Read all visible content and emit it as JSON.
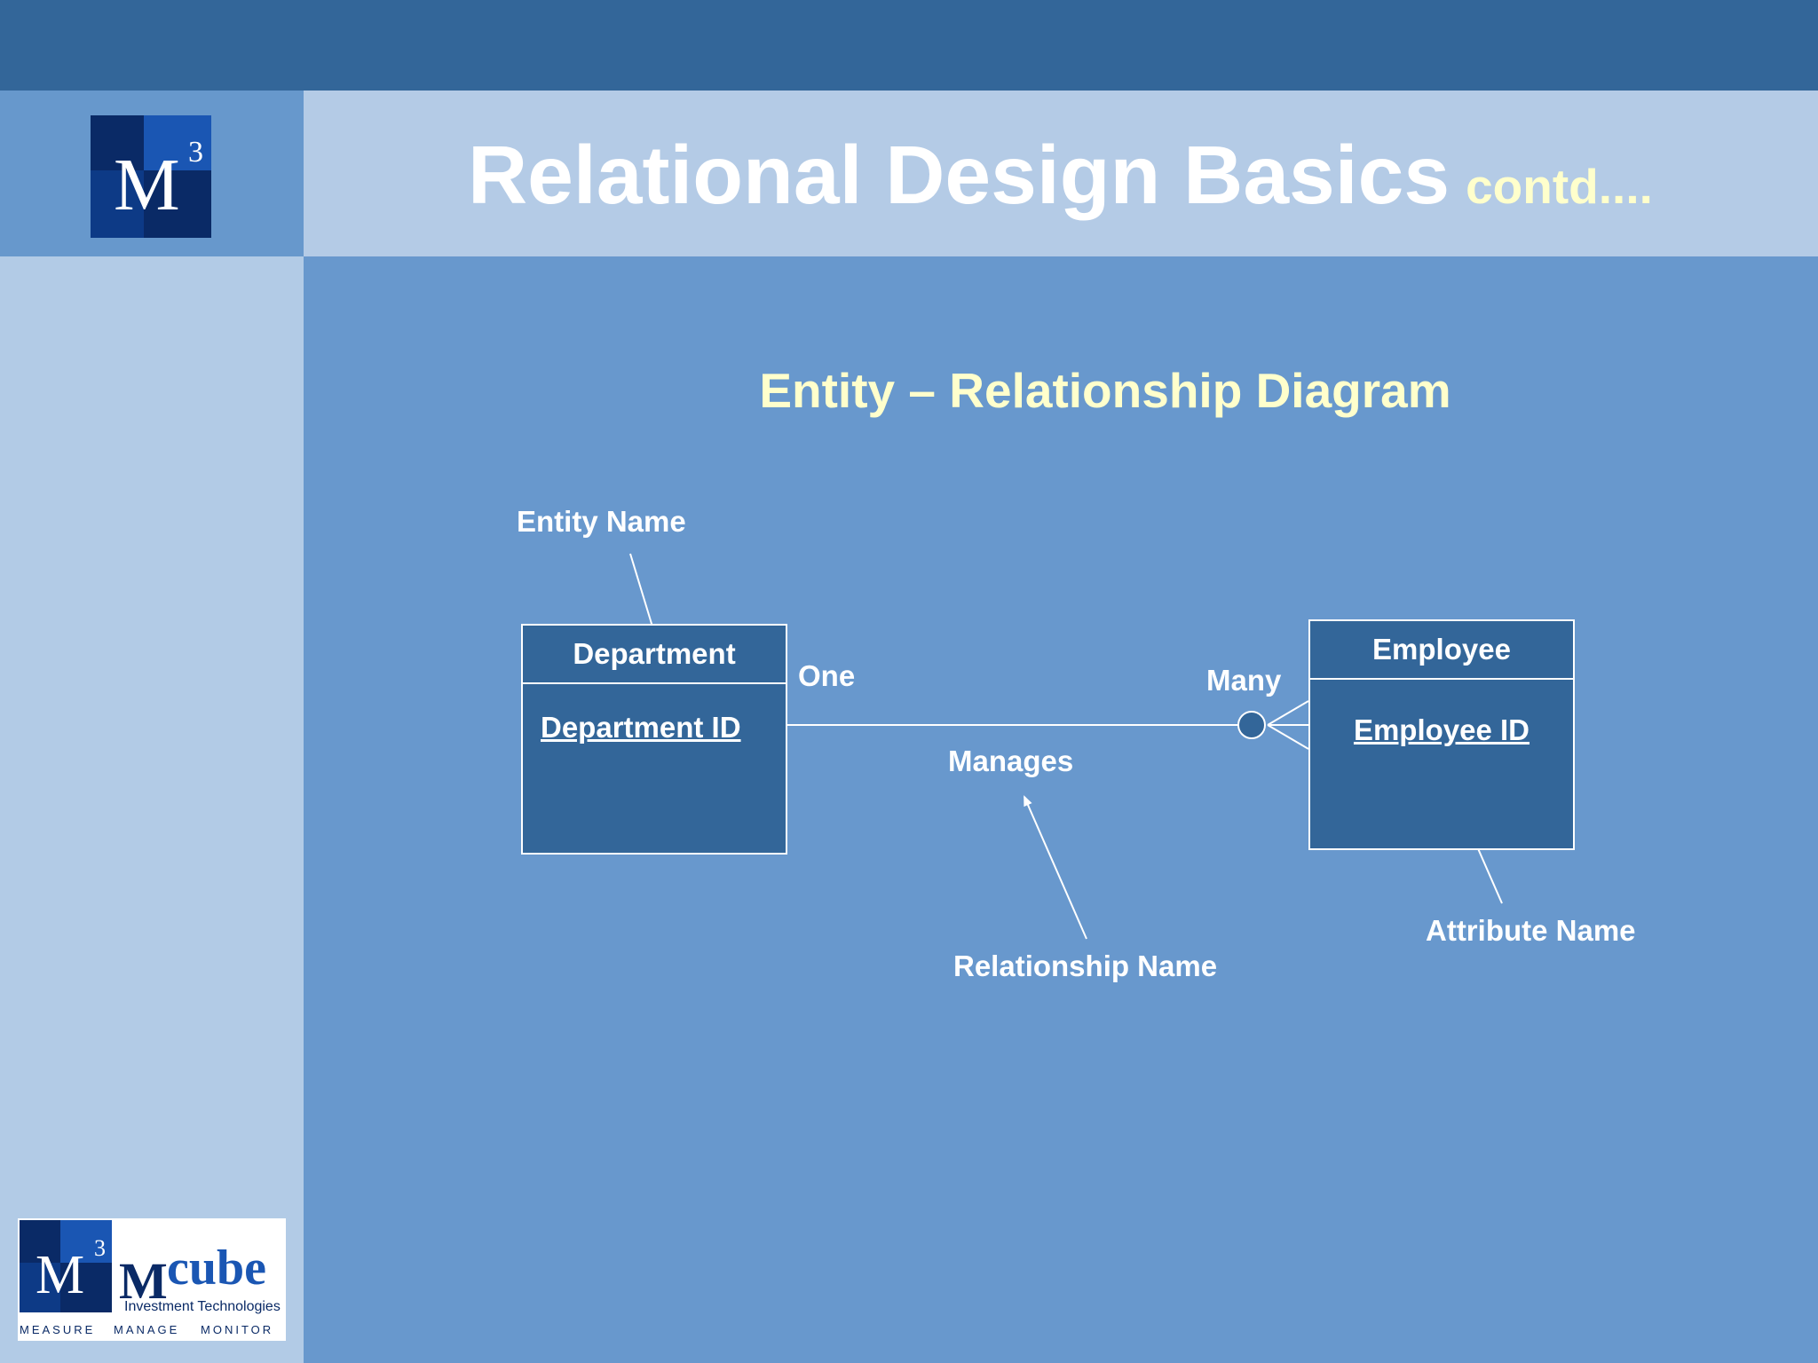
{
  "slide": {
    "title": "Relational Design Basics",
    "title_suffix": "contd....",
    "subtitle": "Entity – Relationship Diagram"
  },
  "logos": {
    "m3_letter": "M",
    "m3_superscript": "3",
    "brand_m": "M",
    "brand_cube": "cube",
    "brand_tagline": "Investment Technologies",
    "brand_motto_1": "Measure",
    "brand_motto_2": "Manage",
    "brand_motto_3": "Monitor"
  },
  "diagram": {
    "entities": [
      {
        "name": "Department",
        "attribute": "Department ID"
      },
      {
        "name": "Employee",
        "attribute": "Employee ID"
      }
    ],
    "relationship": {
      "name": "Manages",
      "from_cardinality": "One",
      "to_cardinality": "Many"
    },
    "callouts": {
      "entity_name": "Entity Name",
      "relationship_name": "Relationship Name",
      "attribute_name": "Attribute Name"
    }
  },
  "colors": {
    "background": "#6898cd",
    "top_bar": "#336699",
    "sidebar": "#b2cbe6",
    "title_band": "#b4cbe6",
    "entity_fill": "#336699",
    "highlight_text": "#ffffcc"
  }
}
